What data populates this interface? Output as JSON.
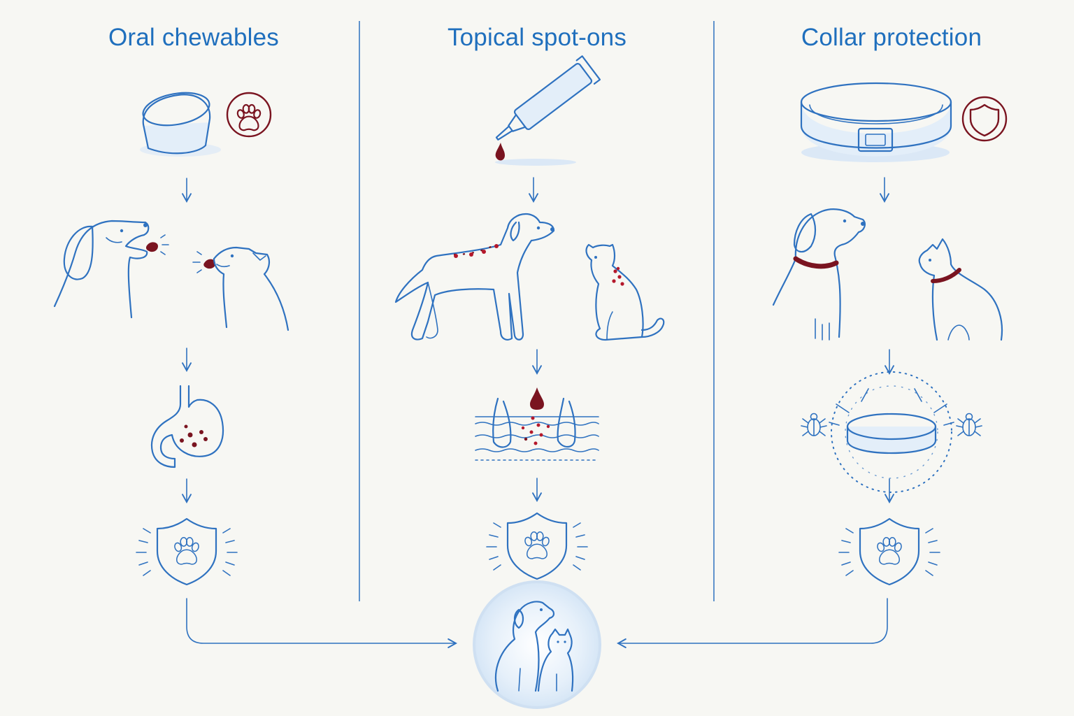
{
  "columns": [
    {
      "title": "Oral chewables",
      "badge_icon": "paw-icon"
    },
    {
      "title": "Topical spot-ons",
      "badge_icon": ""
    },
    {
      "title": "Collar protection",
      "badge_icon": "shield-icon"
    }
  ],
  "colors": {
    "title": "#1f6fbd",
    "line": "#2f72c0",
    "accent": "#7a1420",
    "background": "#f7f7f3"
  }
}
